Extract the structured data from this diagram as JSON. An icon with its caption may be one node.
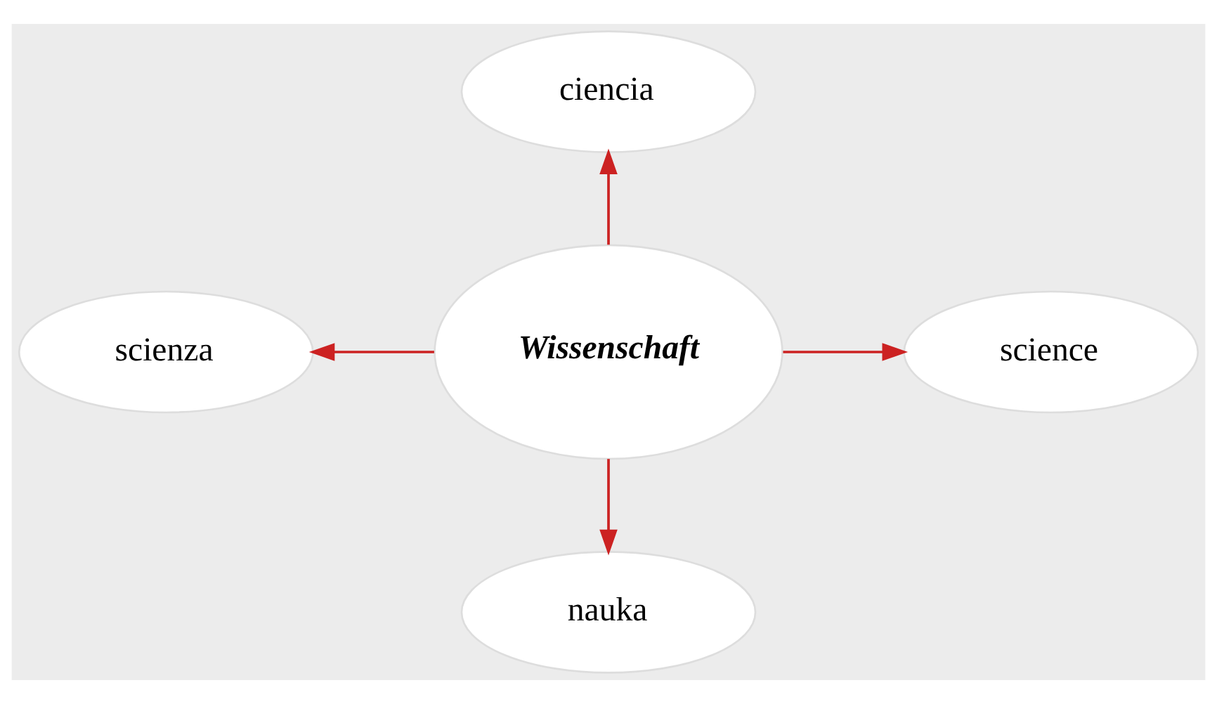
{
  "diagram": {
    "nodes": [
      {
        "text": [
          "Wissenschaft"
        ]
      },
      {
        "text": [
          "ciencia"
        ]
      },
      {
        "text": [
          "scienza"
        ]
      },
      {
        "text": [
          "science"
        ]
      },
      {
        "text": [
          "nauka"
        ]
      }
    ],
    "edges": [
      {
        "from": 0,
        "to": 1,
        "arrow": "to"
      },
      {
        "from": 0,
        "to": 2,
        "arrow": "to"
      },
      {
        "from": 0,
        "to": 3,
        "arrow": "to"
      },
      {
        "from": 0,
        "to": 4,
        "arrow": "to"
      }
    ]
  }
}
